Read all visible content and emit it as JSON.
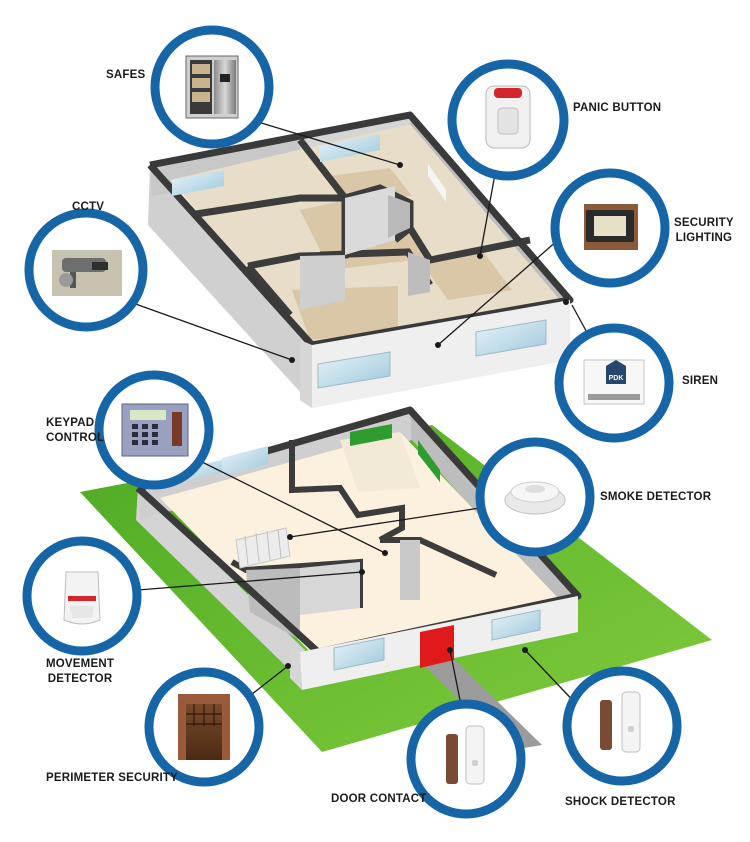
{
  "labels": {
    "safes": "SAFES",
    "panic_button": "PANIC BUTTON",
    "cctv": "CCTV",
    "security_lighting_1": "SECURITY",
    "security_lighting_2": "LIGHTING",
    "siren": "SIREN",
    "keypad_1": "KEYPAD",
    "keypad_2": "CONTROL",
    "smoke_detector": "SMOKE DETECTOR",
    "movement_1": "MOVEMENT",
    "movement_2": "DETECTOR",
    "perimeter_security": "PERIMETER SECURITY",
    "door_contact": "DOOR CONTACT",
    "shock_detector": "SHOCK DETECTOR",
    "siren_badge": "PDK"
  },
  "colors": {
    "circle_ring": "#1565a7",
    "lawn": "#5cb82e",
    "wall_face": "#ececec",
    "wall_top": "#3c3c3c",
    "room_floor": "#fbf1de",
    "upper_floor": "#d9c7a8",
    "door": "#e01a1a",
    "window": "#bcd8e6"
  },
  "icons": [
    "safe-icon",
    "panic-button-icon",
    "cctv-camera-icon",
    "floodlight-icon",
    "siren-icon",
    "keypad-icon",
    "smoke-detector-icon",
    "motion-sensor-icon",
    "gate-icon",
    "door-contact-icon",
    "shock-detector-icon"
  ]
}
